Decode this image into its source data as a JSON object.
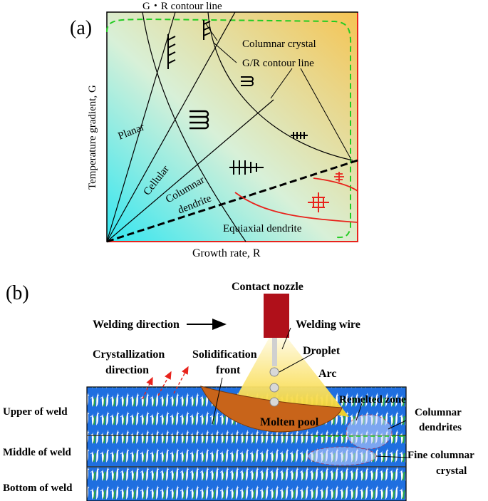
{
  "panel_a": {
    "panel_label": "(a)",
    "top_label": "G・R contour line",
    "columnar_crystal": "Columnar crystal",
    "gr_contour": "G/R contour line",
    "planar": "Planar",
    "cellular": "Cellular",
    "columnar": "Columnar",
    "dendrite": "dendrite",
    "equiaxial": "Equiaxial dendrite",
    "x_axis": "Growth rate, R",
    "y_axis": "Temperature gradient, G",
    "colors": {
      "bg_left": "#33e6f0",
      "bg_right": "#f5c453",
      "red_line": "#e8231c",
      "green_dash": "#22cc22"
    }
  },
  "panel_b": {
    "panel_label": "(b)",
    "contact_nozzle": "Contact nozzle",
    "welding_direction": "Welding direction",
    "welding_wire": "Welding wire",
    "droplet": "Droplet",
    "crystallization_l1": "Crystallization",
    "crystallization_l2": "direction",
    "solidification_l1": "Solidification",
    "solidification_l2": "front",
    "arc": "Arc",
    "remelted": "Remelted zone",
    "molten_pool": "Molten pool",
    "columnar_dendrites_l1": "Columnar",
    "columnar_dendrites_l2": "dendrites",
    "fine_columnar_l1": "Fine columnar",
    "fine_columnar_l2": "crystal",
    "upper": "Upper of weld",
    "middle": "Middle of weld",
    "bottom": "Bottom of weld",
    "colors": {
      "weld_blue": "#1f6fe0",
      "nozzle_red": "#b0101a",
      "pool_orange": "#c8641a",
      "arc_yellow": "#f7d21e"
    }
  }
}
